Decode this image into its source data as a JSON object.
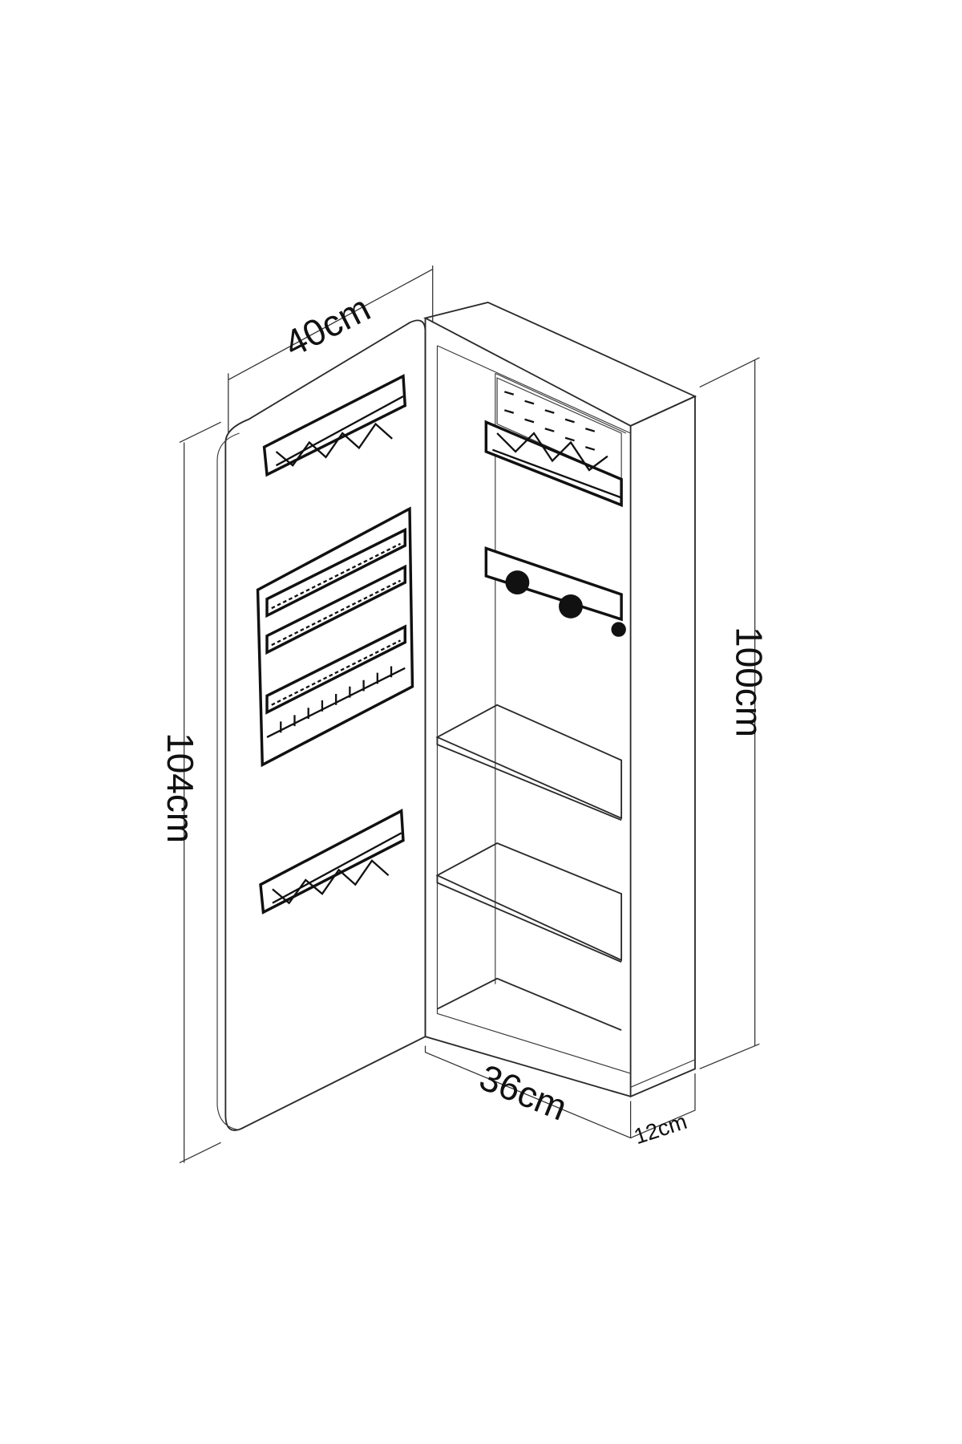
{
  "dimensions": {
    "door_width": "40cm",
    "door_height": "104cm",
    "cabinet_height": "100cm",
    "cabinet_width": "36cm",
    "cabinet_depth": "12cm"
  },
  "colors": {
    "line": "#2a2a2a",
    "background": "#ffffff"
  }
}
